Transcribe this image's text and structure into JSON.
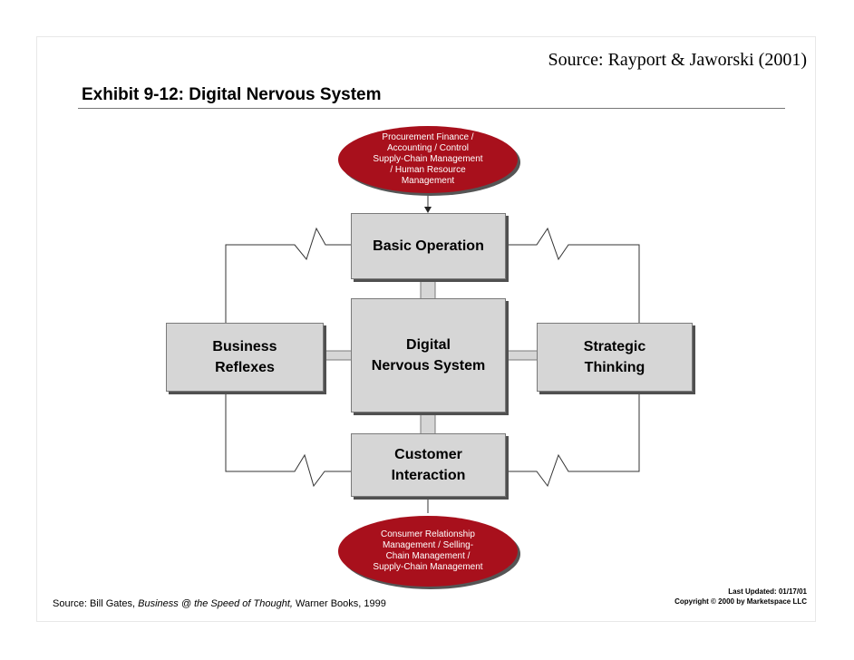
{
  "header": {
    "source": "Source: Rayport & Jaworski (2001)",
    "title": "Exhibit 9-12: Digital Nervous System"
  },
  "diagram": {
    "top_ellipse": "Procurement Finance / Accounting / Control Supply-Chain Management / Human Resource Management",
    "bottom_ellipse": "Consumer Relationship Management / Selling-Chain Management / Supply-Chain Management",
    "basic_operation": "Basic Operation",
    "business_reflexes": "Business\nReflexes",
    "digital_nervous_system": "Digital\nNervous System",
    "strategic_thinking": "Strategic\nThinking",
    "customer_interaction": "Customer\nInteraction"
  },
  "footer": {
    "source_prefix": "Source:  Bill Gates, ",
    "source_book": "Business @ the Speed of Thought,",
    "source_suffix": " Warner Books, 1999",
    "last_updated": "Last Updated: 01/17/01",
    "copyright": "Copyright © 2000 by Marketspace LLC"
  },
  "colors": {
    "box_fill": "#d6d6d6",
    "ellipse_fill": "#a8101c",
    "line": "#333333"
  }
}
